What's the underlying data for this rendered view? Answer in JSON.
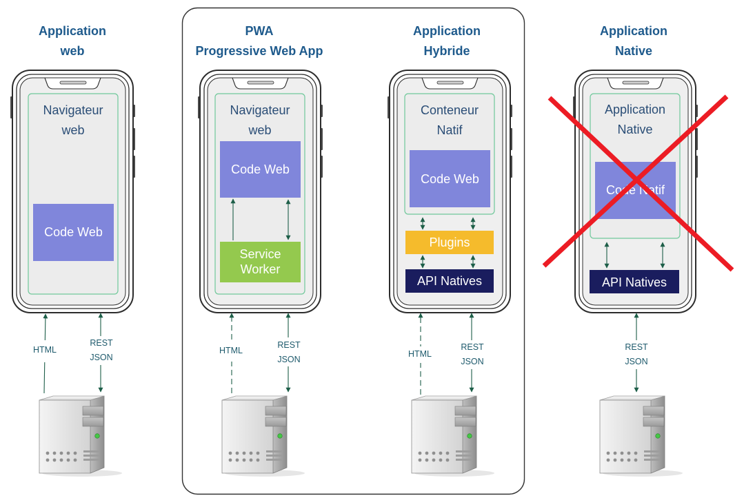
{
  "columns": [
    {
      "title": [
        "Application",
        "web"
      ],
      "screen_label": [
        "Navigateur",
        "web"
      ],
      "boxes": [
        "Code Web"
      ],
      "links": [
        {
          "label": [
            "HTML"
          ],
          "style": "solid-up"
        },
        {
          "label": [
            "REST",
            "JSON"
          ],
          "style": "both"
        }
      ]
    },
    {
      "title": [
        "PWA",
        "Progressive Web App"
      ],
      "screen_label": [
        "Navigateur",
        "web"
      ],
      "boxes": [
        "Code Web",
        "Service Worker"
      ],
      "links": [
        {
          "label": [
            "HTML"
          ],
          "style": "dashed-up"
        },
        {
          "label": [
            "REST",
            "JSON"
          ],
          "style": "both"
        }
      ]
    },
    {
      "title": [
        "Application",
        "Hybride"
      ],
      "screen_label": [
        "Conteneur",
        "Natif"
      ],
      "boxes": [
        "Code Web",
        "Plugins",
        "API Natives"
      ],
      "links": [
        {
          "label": [
            "HTML"
          ],
          "style": "dashed-up"
        },
        {
          "label": [
            "REST",
            "JSON"
          ],
          "style": "both"
        }
      ]
    },
    {
      "title": [
        "Application",
        "Native"
      ],
      "screen_label": [
        "Application",
        "Native"
      ],
      "boxes": [
        "Code Natif",
        "API Natives"
      ],
      "links": [
        {
          "label": [
            "REST",
            "JSON"
          ],
          "style": "both"
        }
      ]
    }
  ],
  "colors": {
    "title": "#1e5a8c",
    "code_box": "#8086db",
    "service_worker": "#94c94e",
    "plugins": "#f5bb2c",
    "api_natives": "#1a1d5e",
    "screen_border": "#6fc89a",
    "arrow": "#1d5e48",
    "cross": "#ec1c24"
  },
  "icons": [
    "smartphone-icon",
    "server-icon",
    "red-cross-icon"
  ]
}
